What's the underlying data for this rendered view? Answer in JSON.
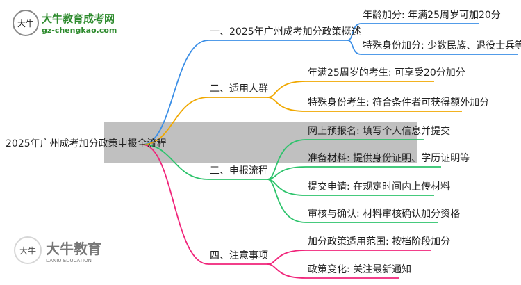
{
  "logo": {
    "icon_text": "大牛",
    "name": "大牛教育成考网",
    "url": "gz-chengkao.com"
  },
  "watermark": {
    "icon_text": "大牛",
    "name": "大牛教育",
    "sub": "DANIU EDUCATION"
  },
  "root": "2025年广州成考加分政策申报全流程",
  "branches": [
    {
      "label": "一、2025年广州成考加分政策概述",
      "color": "#3a8ee6",
      "children": [
        "年龄加分: 年满25周岁可加20分",
        "特殊身份加分: 少数民族、退役士兵等"
      ]
    },
    {
      "label": "二、适用人群",
      "color": "#f0a800",
      "children": [
        "年满25周岁的考生: 可享受20分加分",
        "特殊身份考生: 符合条件者可获得额外加分"
      ]
    },
    {
      "label": "三、申报流程",
      "color": "#2cc36b",
      "children": [
        "网上预报名: 填写个人信息并提交",
        "准备材料: 提供身份证明、学历证明等",
        "提交申请: 在规定时间内上传材料",
        "审核与确认: 材料审核确认加分资格"
      ]
    },
    {
      "label": "四、注意事项",
      "color": "#f0247a",
      "children": [
        "加分政策适用范围: 按档阶段加分",
        "政策变化: 关注最新通知"
      ]
    }
  ]
}
